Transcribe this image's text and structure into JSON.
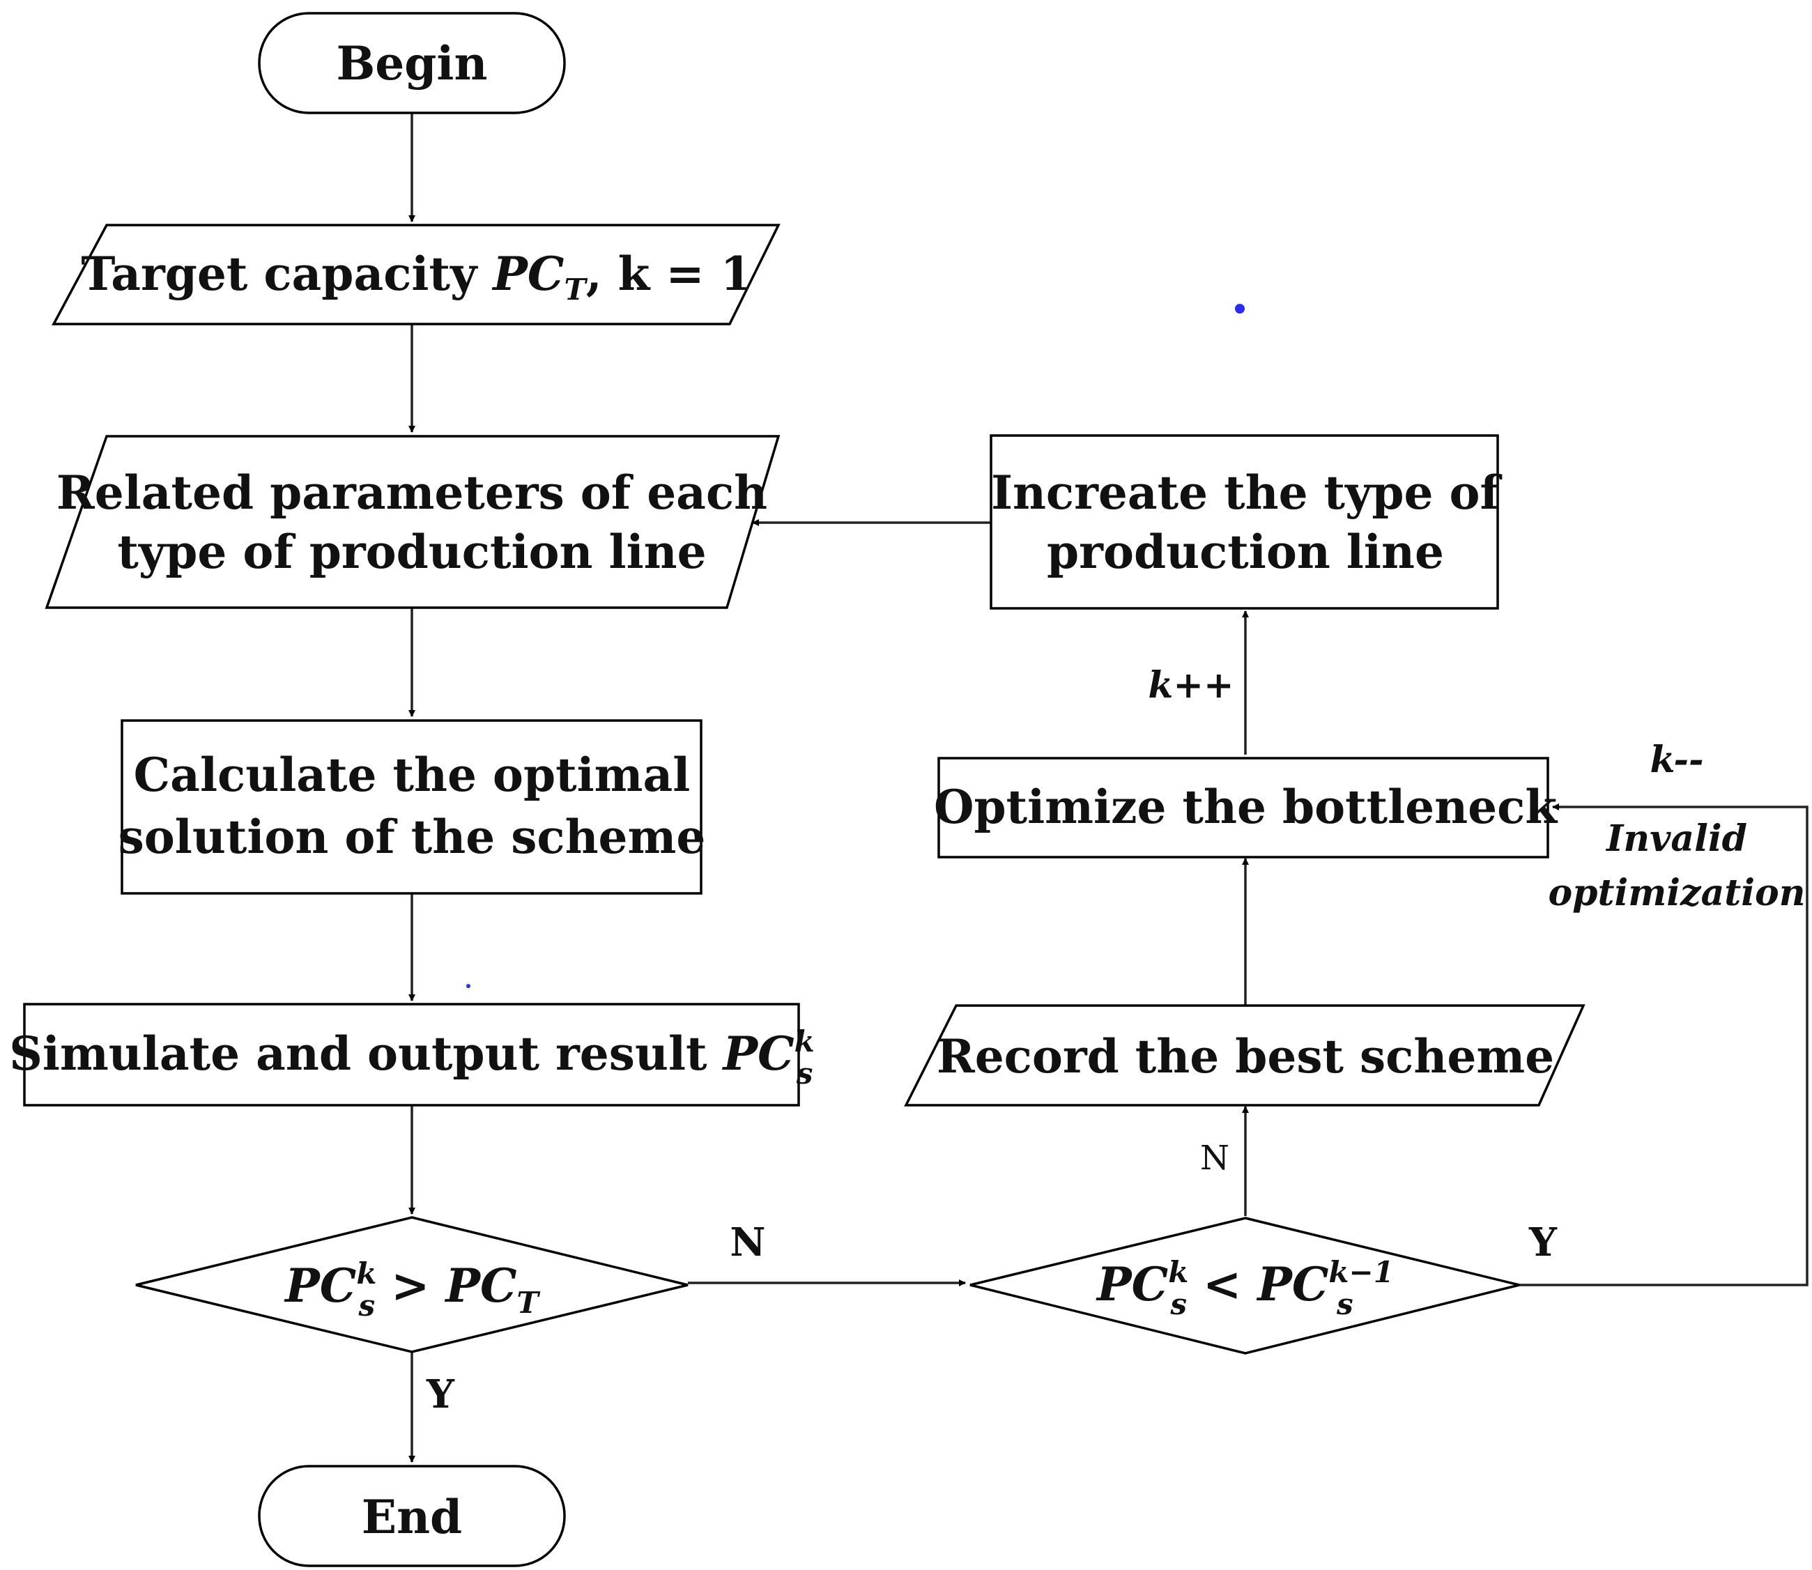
{
  "nodes": {
    "begin": "Begin",
    "target_prefix": "Target capacity ",
    "target_var": "PC",
    "target_sub": "T",
    "target_suffix": ", k = 1",
    "params_line1": "Related parameters of each",
    "params_line2": "type of production line",
    "calc_line1": "Calculate the optimal",
    "calc_line2": "solution of the scheme",
    "simulate_prefix": "Simulate and output result ",
    "simulate_var": "PC",
    "simulate_sup": "k",
    "simulate_sub": "s",
    "decision1_left": "PC",
    "decision1_left_sup": "k",
    "decision1_left_sub": "s",
    "decision1_op": " > ",
    "decision1_right": "PC",
    "decision1_right_sub": "T",
    "decision2_left": "PC",
    "decision2_left_sup": "k",
    "decision2_left_sub": "s",
    "decision2_op": " < ",
    "decision2_right": "PC",
    "decision2_right_sup": "k−1",
    "decision2_right_sub": "s",
    "record": "Record the best scheme",
    "optimize": "Optimize the bottleneck",
    "increate_line1": "Increate the type of",
    "increate_line2": "production line",
    "end": "End"
  },
  "edges": {
    "d1_no": "N",
    "d1_yes": "Y",
    "d2_no": "N",
    "d2_yes": "Y",
    "k_plus": "k++",
    "k_minus": "k--",
    "invalid_line1": "Invalid",
    "invalid_line2": "optimization"
  }
}
